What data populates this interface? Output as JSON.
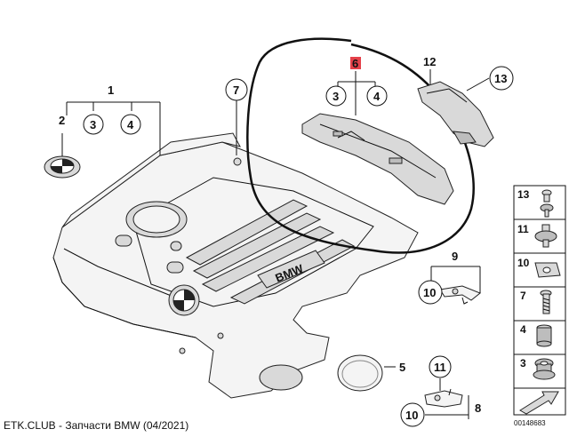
{
  "callouts": {
    "c1": "1",
    "c2": "2",
    "c3a": "3",
    "c4a": "4",
    "c5": "5",
    "c6": "6",
    "c3b": "3",
    "c4b": "4",
    "c7": "7",
    "c8": "8",
    "c9": "9",
    "c10a": "10",
    "c10b": "10",
    "c11": "11",
    "c12": "12",
    "c13": "13"
  },
  "legend": {
    "items": [
      {
        "num": "13",
        "icon": "bolt-icon"
      },
      {
        "num": "11",
        "icon": "rivet-nut-icon"
      },
      {
        "num": "10",
        "icon": "clip-nut-icon"
      },
      {
        "num": "7",
        "icon": "screw-icon"
      },
      {
        "num": "4",
        "icon": "spacer-sleeve-icon"
      },
      {
        "num": "3",
        "icon": "rubber-grommet-icon"
      }
    ]
  },
  "logo_text": "BMW",
  "footer": "ETK.CLUB - Запчасти BMW (04/2021)",
  "doc_number": "00148683",
  "colors": {
    "highlight": "#e0202a",
    "line": "#111111"
  }
}
